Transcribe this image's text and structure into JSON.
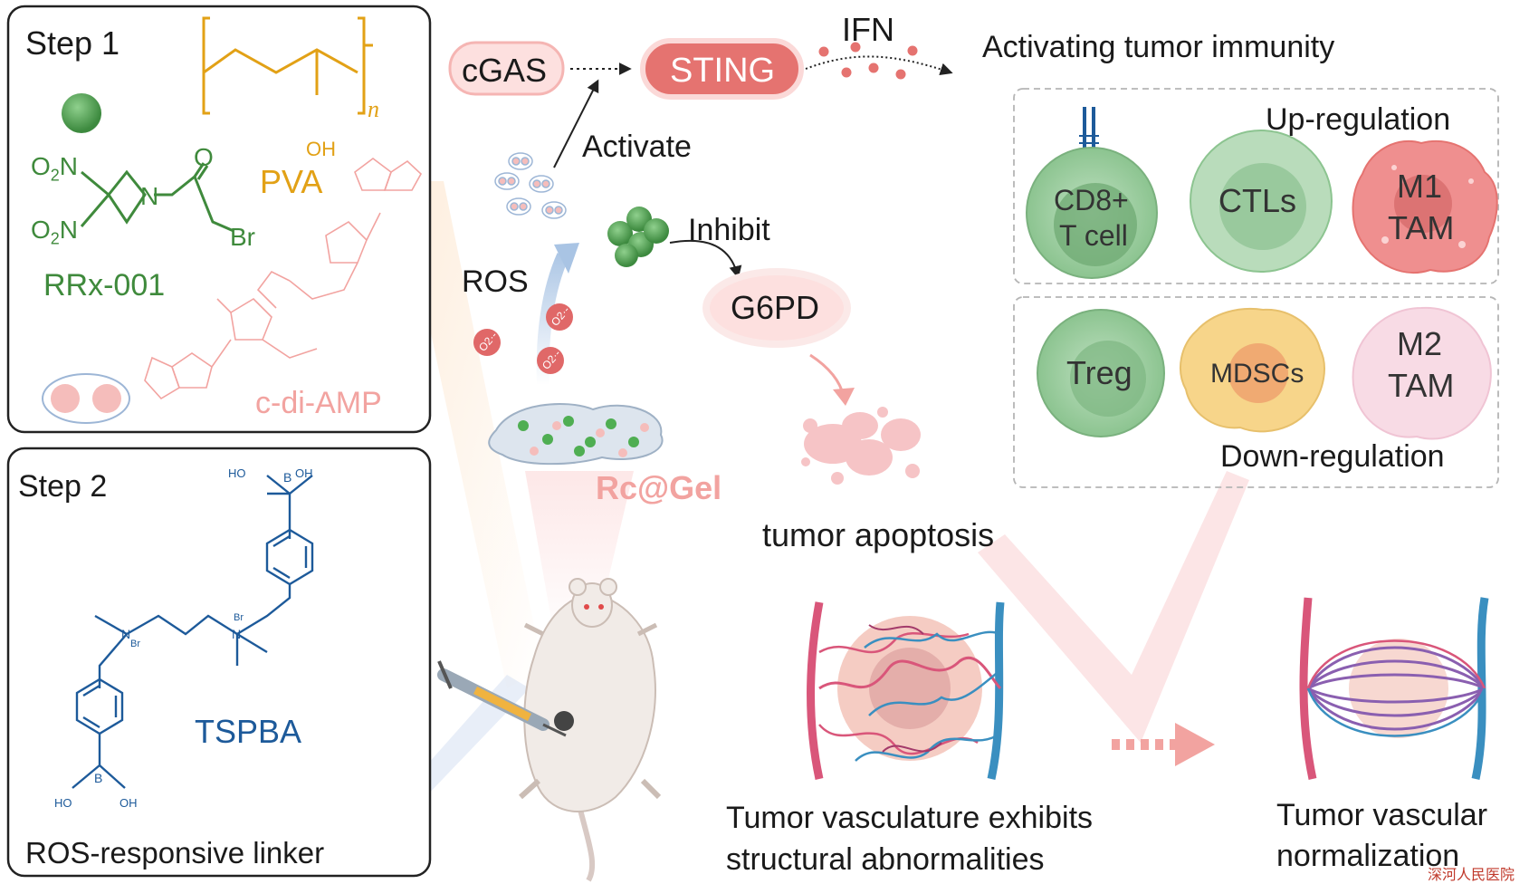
{
  "colors": {
    "sting": "#e57370",
    "cgas_fill": "#fde0df",
    "rrx_green": "#3f8a3c",
    "pva_orange": "#e2a116",
    "cdiamp_pink": "#f2a3a0",
    "tspba_blue": "#1d5a9a",
    "cell_green": "#9ccf9f",
    "m1_pink": "#ef8f8f",
    "mdsc_yellow": "#f7d58a",
    "m2_pink": "#f6d2df",
    "artery": "#d9567a",
    "vein": "#3a8fc0"
  },
  "step1": {
    "label": "Step 1",
    "rrx_label": "RRx-001",
    "pva_label": "PVA",
    "pva_subscript": "n",
    "pva_oh": "OH",
    "cdiamp_label": "c-di-AMP",
    "o2n_top": "O",
    "o2n_top_sub": "2",
    "o2n_top_n": "N",
    "o2n_bottom": "O",
    "o2n_bottom_sub": "2",
    "o2n_bottom_n": "N",
    "ring_n": "N",
    "carbonyl_o": "O",
    "br": "Br"
  },
  "step2": {
    "label": "Step 2",
    "tspba_label": "TSPBA",
    "linker_label": "ROS-responsive linker",
    "boron": "B",
    "ho": "HO",
    "oh": "OH",
    "n_plus": "N",
    "br_minus": "Br"
  },
  "pathway": {
    "cgas": "cGAS",
    "sting": "STING",
    "ifn": "IFN",
    "activating": "Activating tumor immunity",
    "activate": "Activate",
    "ros": "ROS",
    "inhibit": "Inhibit",
    "g6pd": "G6PD",
    "rc_gel": "Rc@Gel",
    "tumor_apoptosis": "tumor apoptosis",
    "superoxide": "O2·-"
  },
  "immunity": {
    "up_label": "Up-regulation",
    "down_label": "Down-regulation",
    "cd8_line1": "CD8+",
    "cd8_line2": "T cell",
    "ctls": "CTLs",
    "m1_line1": "M1",
    "m1_line2": "TAM",
    "treg": "Treg",
    "mdscs": "MDSCs",
    "m2_line1": "M2",
    "m2_line2": "TAM"
  },
  "vasculature": {
    "abnormal_line1": "Tumor vasculature exhibits",
    "abnormal_line2": "structural abnormalities",
    "normal_line1": "Tumor vascular",
    "normal_line2": "normalization"
  },
  "watermark": "深河人民医院"
}
